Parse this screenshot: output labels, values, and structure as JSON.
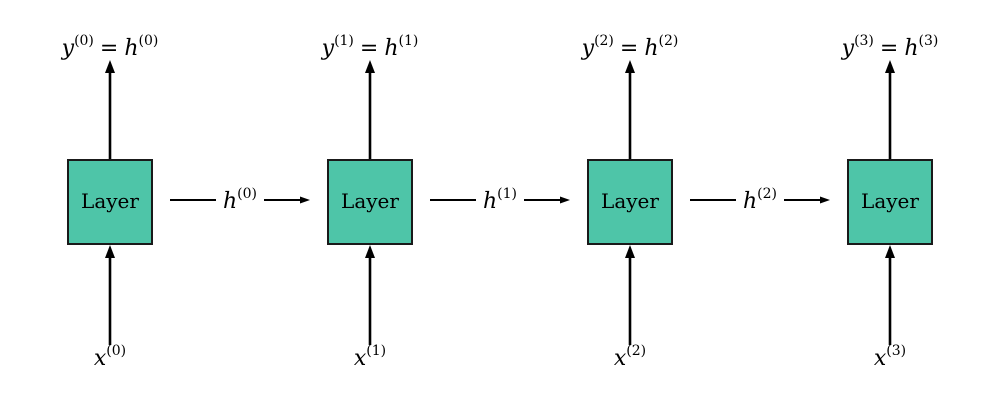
{
  "colors": {
    "box_fill": "#4ec5a8",
    "stroke": "#000000"
  },
  "steps": [
    {
      "box_label": "Layer",
      "input": {
        "base": "x",
        "sup": "(0)"
      },
      "output": {
        "lhs_base": "y",
        "lhs_sup": "(0)",
        "eq": "=",
        "rhs_base": "h",
        "rhs_sup": "(0)"
      }
    },
    {
      "box_label": "Layer",
      "input": {
        "base": "x",
        "sup": "(1)"
      },
      "output": {
        "lhs_base": "y",
        "lhs_sup": "(1)",
        "eq": "=",
        "rhs_base": "h",
        "rhs_sup": "(1)"
      }
    },
    {
      "box_label": "Layer",
      "input": {
        "base": "x",
        "sup": "(2)"
      },
      "output": {
        "lhs_base": "y",
        "lhs_sup": "(2)",
        "eq": "=",
        "rhs_base": "h",
        "rhs_sup": "(2)"
      }
    },
    {
      "box_label": "Layer",
      "input": {
        "base": "x",
        "sup": "(3)"
      },
      "output": {
        "lhs_base": "y",
        "lhs_sup": "(3)",
        "eq": "=",
        "rhs_base": "h",
        "rhs_sup": "(3)"
      }
    }
  ],
  "hidden": [
    {
      "base": "h",
      "sup": "(0)"
    },
    {
      "base": "h",
      "sup": "(1)"
    },
    {
      "base": "h",
      "sup": "(2)"
    }
  ]
}
